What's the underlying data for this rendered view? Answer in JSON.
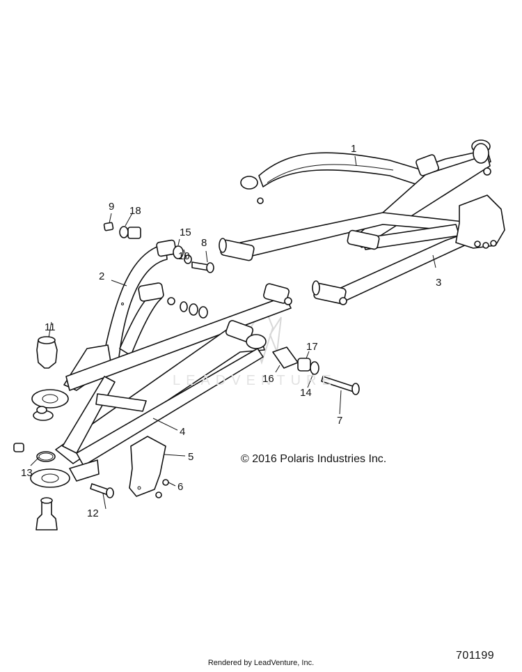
{
  "callouts": [
    {
      "id": "1",
      "label": "1"
    },
    {
      "id": "2",
      "label": "2"
    },
    {
      "id": "3",
      "label": "3"
    },
    {
      "id": "4",
      "label": "4"
    },
    {
      "id": "5",
      "label": "5"
    },
    {
      "id": "6",
      "label": "6"
    },
    {
      "id": "7",
      "label": "7"
    },
    {
      "id": "8",
      "label": "8"
    },
    {
      "id": "9",
      "label": "9"
    },
    {
      "id": "10",
      "label": "10"
    },
    {
      "id": "11",
      "label": "11"
    },
    {
      "id": "12",
      "label": "12"
    },
    {
      "id": "13",
      "label": "13"
    },
    {
      "id": "14",
      "label": "14"
    },
    {
      "id": "15",
      "label": "15"
    },
    {
      "id": "16",
      "label": "16"
    },
    {
      "id": "17",
      "label": "17"
    },
    {
      "id": "18",
      "label": "18"
    }
  ],
  "copyright": "© 2016 Polaris Industries Inc.",
  "part_number": "701199",
  "footer": "Rendered by LeadVenture, Inc.",
  "watermark": "LEADVENTURE"
}
